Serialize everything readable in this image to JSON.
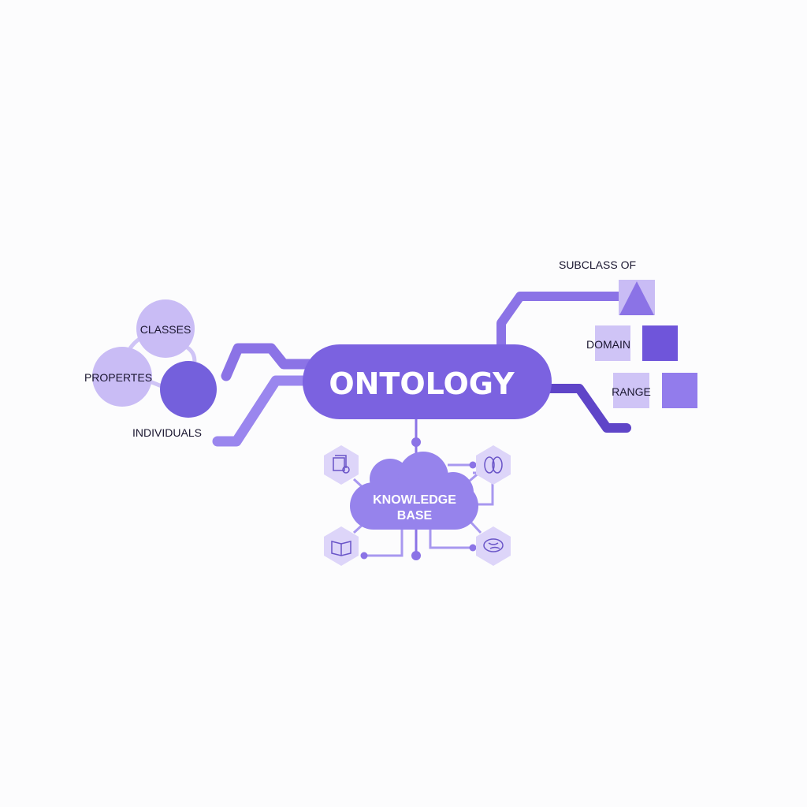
{
  "title": "ONTOLOGY",
  "knowledge_base": {
    "line1": "KNOWLEDGE",
    "line2": "BASE"
  },
  "left_nodes": {
    "classes": "CLASSES",
    "properties": "PROPERTES",
    "individuals": "INDIVIDUALS"
  },
  "right_nodes": {
    "subclass": "SUBCLASS OF",
    "domain": "DOMAIN",
    "range": "RANGE"
  },
  "icons": [
    "document-icon",
    "brain-icon",
    "book-icon",
    "brain-icon"
  ],
  "colors": {
    "primary": "#7b62e0",
    "dark": "#5f45c8",
    "light": "#c9bcf5",
    "pale": "#ddd5f9"
  }
}
